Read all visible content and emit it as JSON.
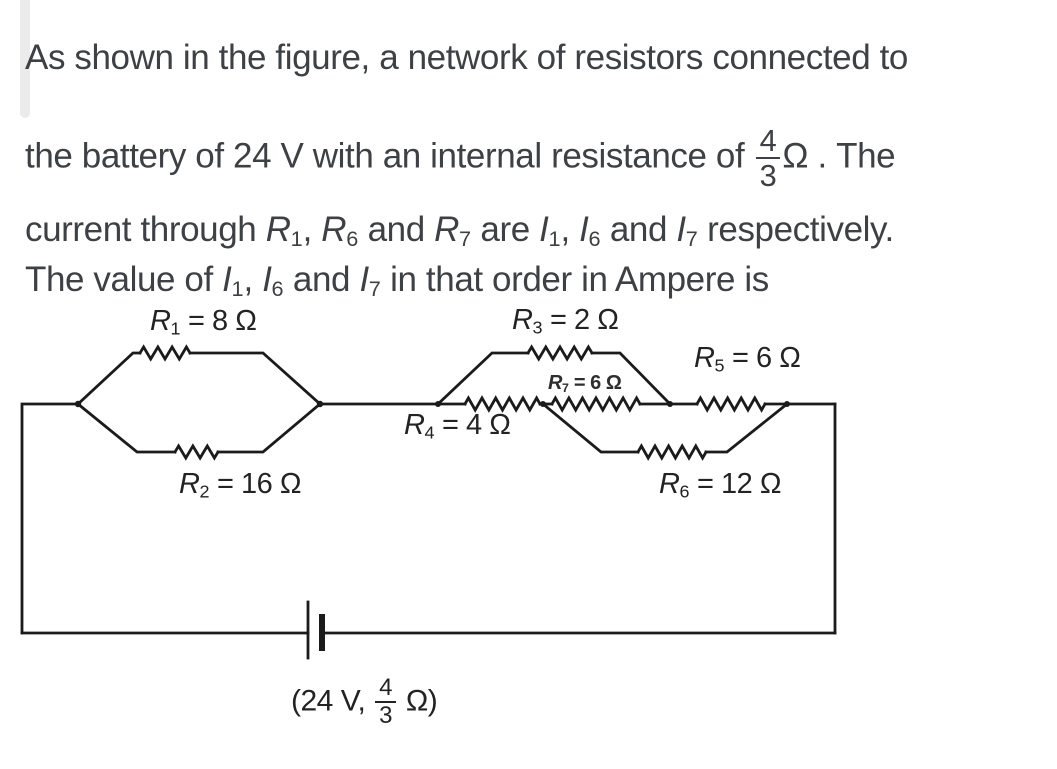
{
  "colors": {
    "background": "#ffffff",
    "question_text": "#3d4145",
    "figure_ink": "#1b1b1b",
    "scroll_bar": "#ebebeb"
  },
  "question": {
    "lines": [
      [
        {
          "text": "As shown in the figure, a network of resistors connected to"
        }
      ],
      [
        {
          "text": "the battery of 24 V with an internal resistance of "
        },
        {
          "frac": {
            "num": "4",
            "den": "3"
          }
        },
        {
          "text": "Ω"
        },
        {
          "text": " . The"
        }
      ],
      [
        {
          "text": "current through "
        },
        {
          "text": "R",
          "style": "var"
        },
        {
          "text": "1",
          "style": "sub"
        },
        {
          "text": ", "
        },
        {
          "text": "R",
          "style": "var"
        },
        {
          "text": "6",
          "style": "sub"
        },
        {
          "text": " and "
        },
        {
          "text": "R",
          "style": "var"
        },
        {
          "text": "7",
          "style": "sub"
        },
        {
          "text": " are "
        },
        {
          "text": "I",
          "style": "var"
        },
        {
          "text": "1",
          "style": "sub"
        },
        {
          "text": ", "
        },
        {
          "text": "I",
          "style": "var"
        },
        {
          "text": "6",
          "style": "sub"
        },
        {
          "text": " and "
        },
        {
          "text": "I",
          "style": "var"
        },
        {
          "text": "7",
          "style": "sub"
        },
        {
          "text": " respectively."
        }
      ],
      [
        {
          "text": "The value of "
        },
        {
          "text": "I",
          "style": "var"
        },
        {
          "text": "1",
          "style": "sub"
        },
        {
          "text": ", "
        },
        {
          "text": "I",
          "style": "var"
        },
        {
          "text": "6",
          "style": "sub"
        },
        {
          "text": " and "
        },
        {
          "text": "I",
          "style": "var"
        },
        {
          "text": "7",
          "style": "sub"
        },
        {
          "text": " in that order in Ampere is"
        }
      ]
    ]
  },
  "figure": {
    "battery": {
      "voltage": "24 V",
      "internal_resistance": "4/3 Ω"
    },
    "components": {
      "R1": "8 Ω",
      "R2": "16 Ω",
      "R3": "2 Ω",
      "R4": "4 Ω",
      "R5": "6 Ω",
      "R6": "12 Ω",
      "R7": "6 Ω"
    },
    "labels": {
      "r1": [
        {
          "text": "R",
          "style": "var"
        },
        {
          "text": "1",
          "style": "sub"
        },
        {
          "text": " = 8 Ω"
        }
      ],
      "r2": [
        {
          "text": "R",
          "style": "var"
        },
        {
          "text": "2",
          "style": "sub"
        },
        {
          "text": " = 16 Ω"
        }
      ],
      "r3": [
        {
          "text": "R",
          "style": "var"
        },
        {
          "text": "3",
          "style": "sub"
        },
        {
          "text": " = 2 Ω"
        }
      ],
      "r4": [
        {
          "text": "R",
          "style": "var"
        },
        {
          "text": "4",
          "style": "sub"
        },
        {
          "text": " = 4 Ω"
        }
      ],
      "r5": [
        {
          "text": "R",
          "style": "var"
        },
        {
          "text": "5",
          "style": "sub"
        },
        {
          "text": " = 6 Ω"
        }
      ],
      "r6": [
        {
          "text": "R",
          "style": "var"
        },
        {
          "text": "6",
          "style": "sub"
        },
        {
          "text": " = 12 Ω"
        }
      ],
      "r7": [
        {
          "text": "R",
          "style": "var"
        },
        {
          "text": "7",
          "style": "sub"
        },
        {
          "text": " = 6 Ω"
        }
      ],
      "battery": [
        {
          "text": "(24 V, "
        },
        {
          "frac": {
            "num": "4",
            "den": "3"
          }
        },
        {
          "text": " Ω)"
        }
      ]
    }
  }
}
